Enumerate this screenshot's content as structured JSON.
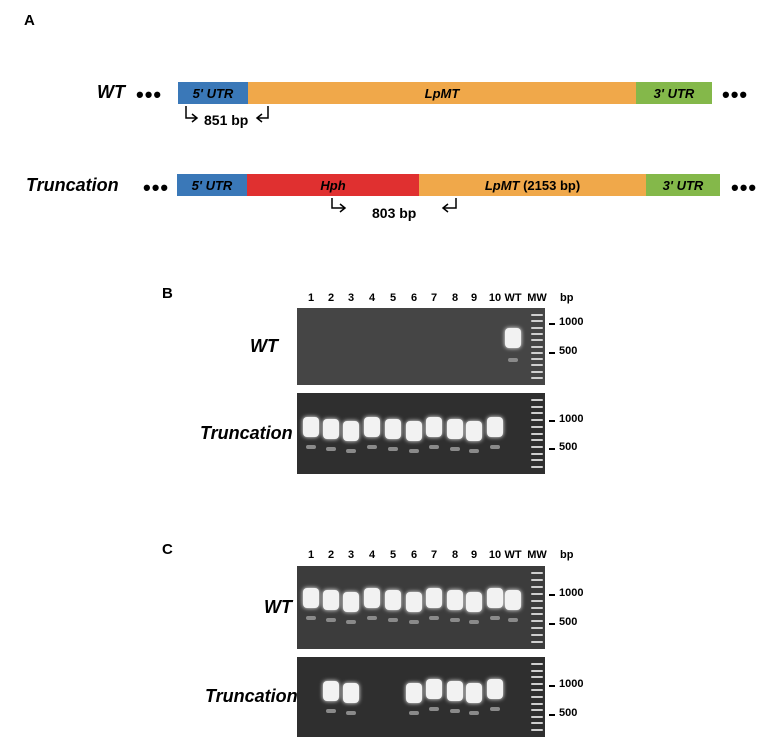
{
  "panel_a": {
    "letter": "A",
    "wt": {
      "label": "WT",
      "segments": {
        "utr5": "5' UTR",
        "lpmt": "LpMT",
        "utr3": "3' UTR"
      },
      "amplicon": "851 bp"
    },
    "truncation": {
      "label": "Truncation",
      "segments": {
        "utr5": "5' UTR",
        "hph": "Hph",
        "lpmt": "LpMT",
        "lpmt_size": "(2153 bp)",
        "utr3": "3' UTR"
      },
      "amplicon": "803 bp"
    },
    "dots": "•••",
    "colors": {
      "utr5": "#3a78b8",
      "lpmt": "#f0a84a",
      "utr3": "#84b84a",
      "hph": "#e03030"
    }
  },
  "panel_b": {
    "letter": "B",
    "lanes": [
      "1",
      "2",
      "3",
      "4",
      "5",
      "6",
      "7",
      "8",
      "9",
      "10",
      "WT",
      "MW"
    ],
    "bp_header": "bp",
    "rows": [
      {
        "label": "WT",
        "markers": [
          "1000",
          "500"
        ],
        "band_lanes": [
          "WT"
        ]
      },
      {
        "label": "Truncation",
        "markers": [
          "1000",
          "500"
        ],
        "band_lanes": [
          "1",
          "2",
          "3",
          "4",
          "5",
          "6",
          "7",
          "8",
          "9",
          "10"
        ]
      }
    ]
  },
  "panel_c": {
    "letter": "C",
    "lanes": [
      "1",
      "2",
      "3",
      "4",
      "5",
      "6",
      "7",
      "8",
      "9",
      "10",
      "WT",
      "MW"
    ],
    "bp_header": "bp",
    "rows": [
      {
        "label": "WT",
        "markers": [
          "1000",
          "500"
        ],
        "band_lanes": [
          "1",
          "2",
          "3",
          "4",
          "5",
          "6",
          "7",
          "8",
          "9",
          "10",
          "WT"
        ]
      },
      {
        "label": "Truncation",
        "markers": [
          "1000",
          "500"
        ],
        "band_lanes": [
          "2",
          "3",
          "6",
          "7",
          "8",
          "9",
          "10"
        ]
      }
    ]
  }
}
